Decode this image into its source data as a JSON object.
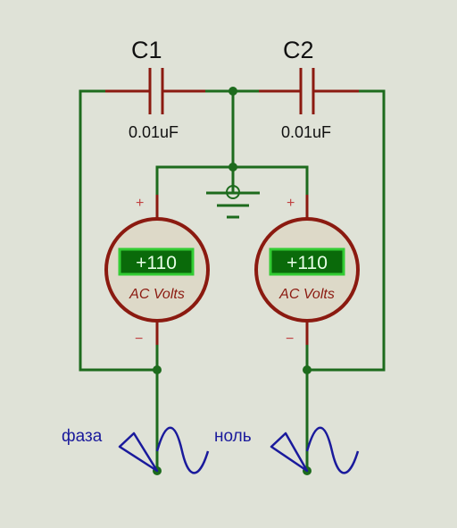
{
  "capacitors": [
    {
      "name": "C1",
      "value": "0.01uF"
    },
    {
      "name": "C2",
      "value": "0.01uF"
    }
  ],
  "meters": [
    {
      "reading": "+110",
      "unit": "AC Volts",
      "plus": "+",
      "minus": "−"
    },
    {
      "reading": "+110",
      "unit": "AC Volts",
      "plus": "+",
      "minus": "−"
    }
  ],
  "sources": [
    {
      "label": "фаза"
    },
    {
      "label": "ноль"
    }
  ],
  "colors": {
    "wire": "#1d6b1d",
    "capacitor": "#8b1a10",
    "meter_body": "#ddd9c8",
    "meter_border": "#8b1a10",
    "display_bg": "#0a6a0a",
    "display_border": "#33cc33",
    "source": "#1a1a9c",
    "background": "#dfe2d7"
  }
}
